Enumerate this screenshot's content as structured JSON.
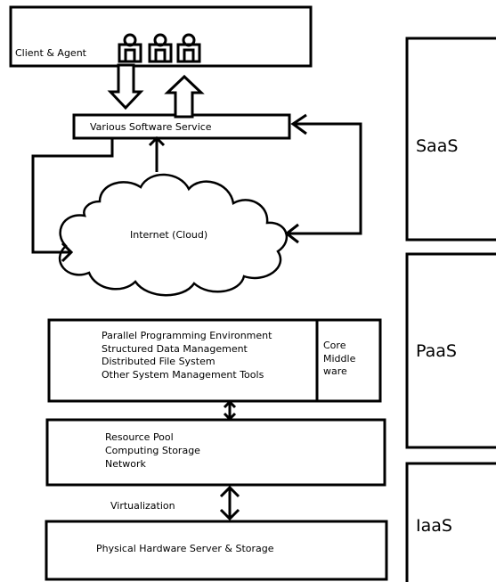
{
  "client_agent": "Client & Agent",
  "software_service": "Various Software Service",
  "internet": "Internet (Cloud)",
  "core_items": [
    "Parallel Programming Environment",
    "Structured Data Management",
    "Distributed File System",
    "Other System Management Tools"
  ],
  "core_middleware": [
    "Core",
    "Middle",
    "ware"
  ],
  "resource_items": [
    "Resource Pool",
    "Computing Storage",
    "Network"
  ],
  "virtualization": "Virtualization",
  "hardware": "Physical Hardware Server & Storage",
  "layers": {
    "saas": "SaaS",
    "paas": "PaaS",
    "iaas": "IaaS"
  },
  "icons": [
    "user-icon",
    "user-icon",
    "user-icon"
  ]
}
